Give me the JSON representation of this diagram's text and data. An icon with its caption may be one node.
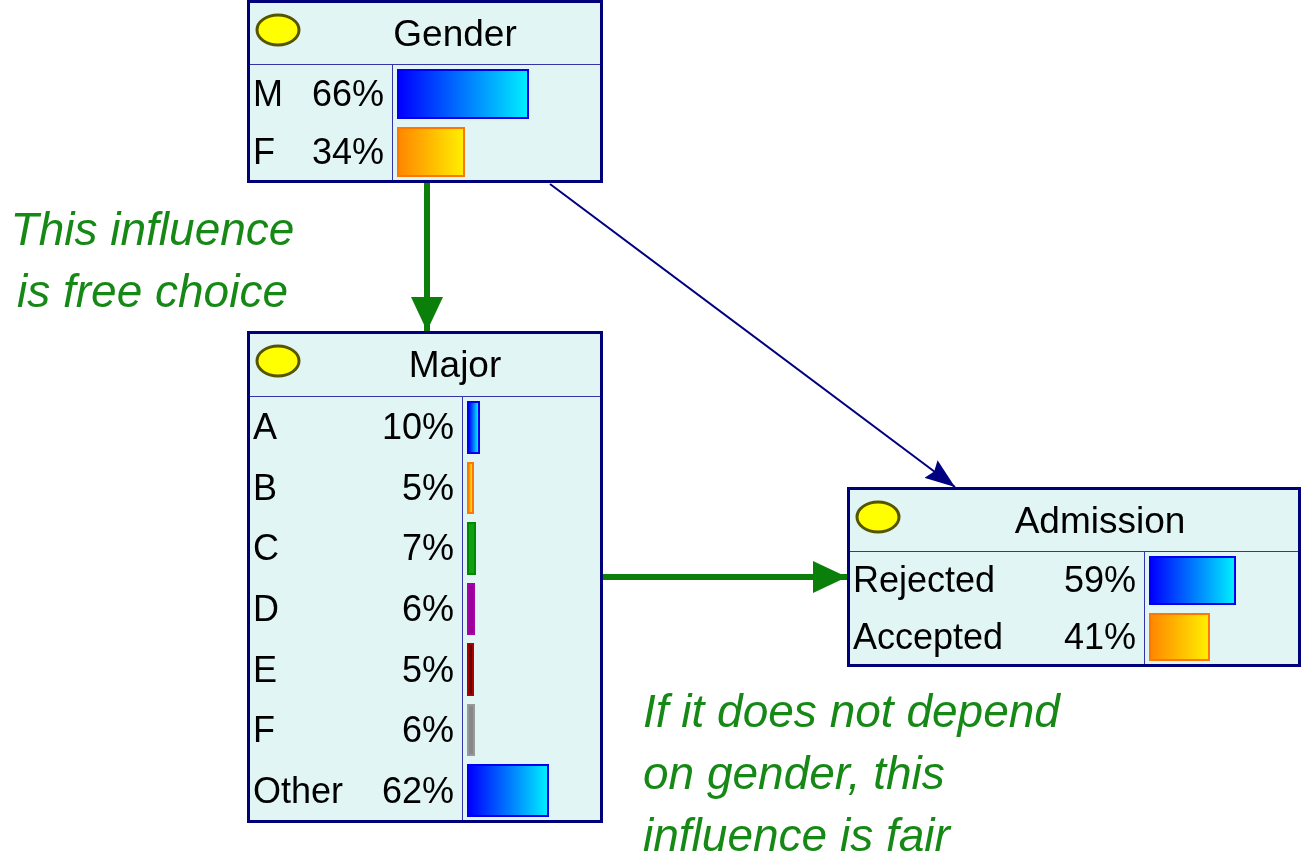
{
  "diagram": {
    "nodes": [
      {
        "text": [
          "Gender",
          "M",
          "66%",
          "F",
          "34%"
        ]
      },
      {
        "text": [
          "Major",
          "A",
          "10%",
          "B",
          "5%",
          "C",
          "7%",
          "D",
          "6%",
          "E",
          "5%",
          "F",
          "6%",
          "Other",
          "62%"
        ]
      },
      {
        "text": [
          "Admission",
          "Rejected",
          "59%",
          "Accepted",
          "41%"
        ]
      }
    ],
    "edges": [
      {
        "from": 0,
        "to": 1,
        "arrow": "to"
      },
      {
        "from": 0,
        "to": 2,
        "arrow": "to",
        "color": "#000080"
      },
      {
        "from": 1,
        "to": 2,
        "arrow": "to"
      }
    ],
    "labels": [
      "This influence is free choice",
      "If it does not depend on gender, this influence is fair"
    ]
  }
}
